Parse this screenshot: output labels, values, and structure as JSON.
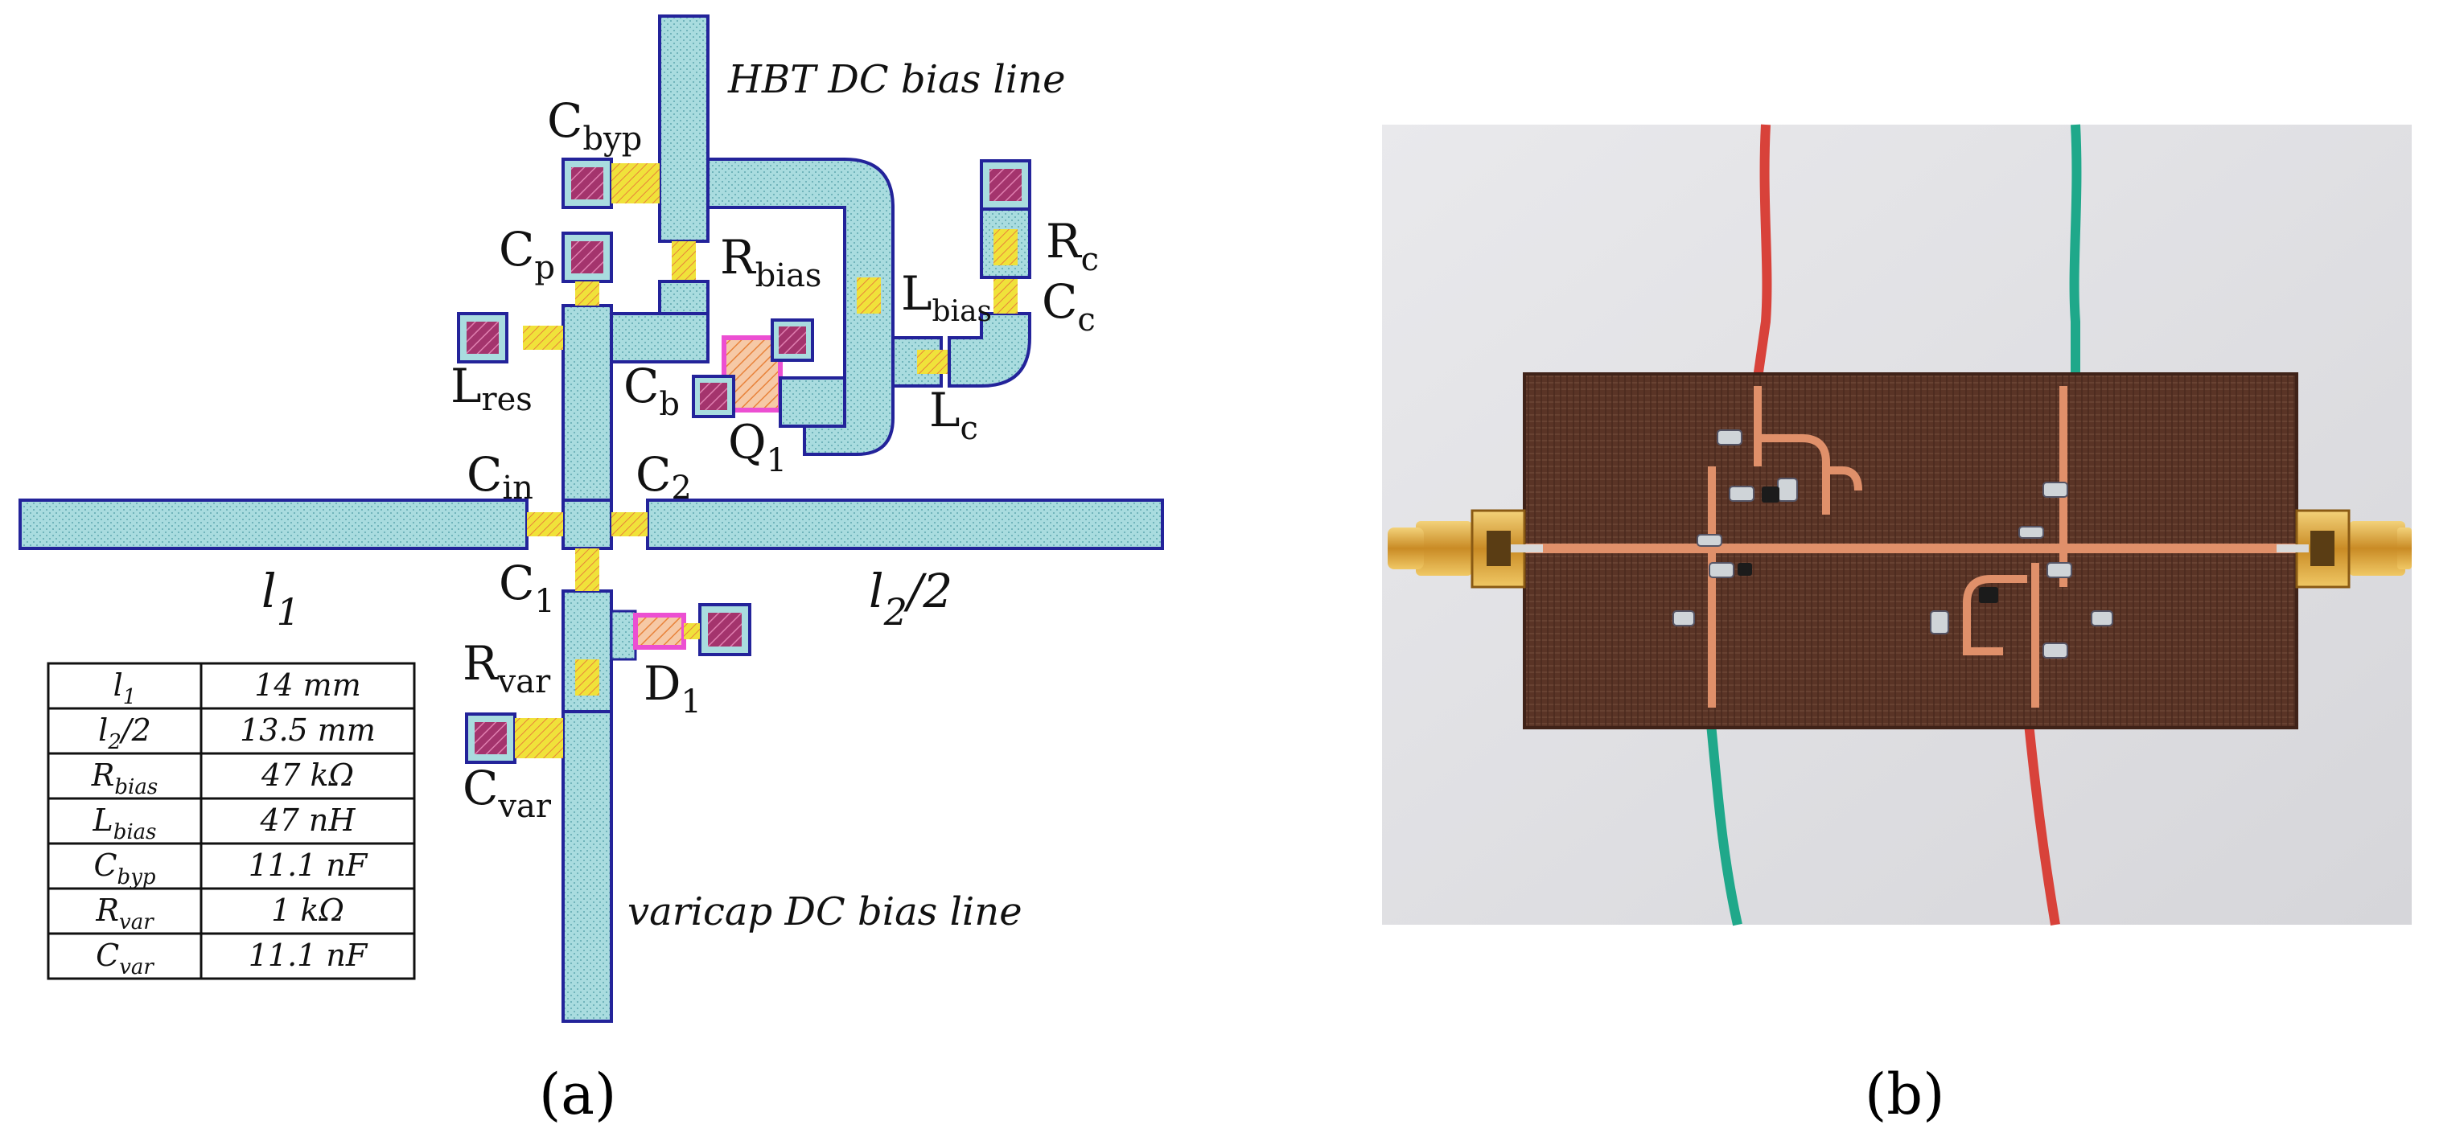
{
  "panel_a": {
    "label": "(a)",
    "bias_line_top": "HBT DC bias line",
    "bias_line_bottom": "varicap DC bias line",
    "line_labels": {
      "l1": {
        "main": "l",
        "sub": "1"
      },
      "l2": {
        "main": "l",
        "sub": "2",
        "suffix": "/2"
      }
    },
    "components": {
      "cbyp": {
        "main": "C",
        "sub": "byp"
      },
      "rbias": {
        "main": "R",
        "sub": "bias"
      },
      "cp": {
        "main": "C",
        "sub": "p"
      },
      "lbias": {
        "main": "L",
        "sub": "bias"
      },
      "rc": {
        "main": "R",
        "sub": "c"
      },
      "cc": {
        "main": "C",
        "sub": "c"
      },
      "lres": {
        "main": "L",
        "sub": "res"
      },
      "cb": {
        "main": "C",
        "sub": "b"
      },
      "q1": {
        "main": "Q",
        "sub": "1"
      },
      "lc": {
        "main": "L",
        "sub": "c"
      },
      "cin": {
        "main": "C",
        "sub": "in"
      },
      "c2": {
        "main": "C",
        "sub": "2"
      },
      "c1": {
        "main": "C",
        "sub": "1"
      },
      "rvar": {
        "main": "R",
        "sub": "var"
      },
      "d1": {
        "main": "D",
        "sub": "1"
      },
      "cvar": {
        "main": "C",
        "sub": "var"
      }
    },
    "table": [
      {
        "param_main": "l",
        "param_sub": "1",
        "param_suffix": "",
        "value": "14 mm"
      },
      {
        "param_main": "l",
        "param_sub": "2",
        "param_suffix": "/2",
        "value": "13.5 mm"
      },
      {
        "param_main": "R",
        "param_sub": "bias",
        "param_suffix": "",
        "value": "47 kΩ"
      },
      {
        "param_main": "L",
        "param_sub": "bias",
        "param_suffix": "",
        "value": "47 nH"
      },
      {
        "param_main": "C",
        "param_sub": "byp",
        "param_suffix": "",
        "value": "11.1 nF"
      },
      {
        "param_main": "R",
        "param_sub": "var",
        "param_suffix": "",
        "value": "1 kΩ"
      },
      {
        "param_main": "C",
        "param_sub": "var",
        "param_suffix": "",
        "value": "11.1 nF"
      }
    ]
  },
  "panel_b": {
    "label": "(b)"
  },
  "colors": {
    "trace_fill": "#a9dcdf",
    "trace_stroke": "#23239a",
    "pad_fill": "#a4346d",
    "chip_yellow": "#f0e23a",
    "chip_pink": "#ec4fd2",
    "board": "#5a3426",
    "copper": "#e0906a",
    "wire_red": "#d8423a",
    "wire_green": "#1fa88a",
    "connector_gold": "#d9a53a"
  }
}
